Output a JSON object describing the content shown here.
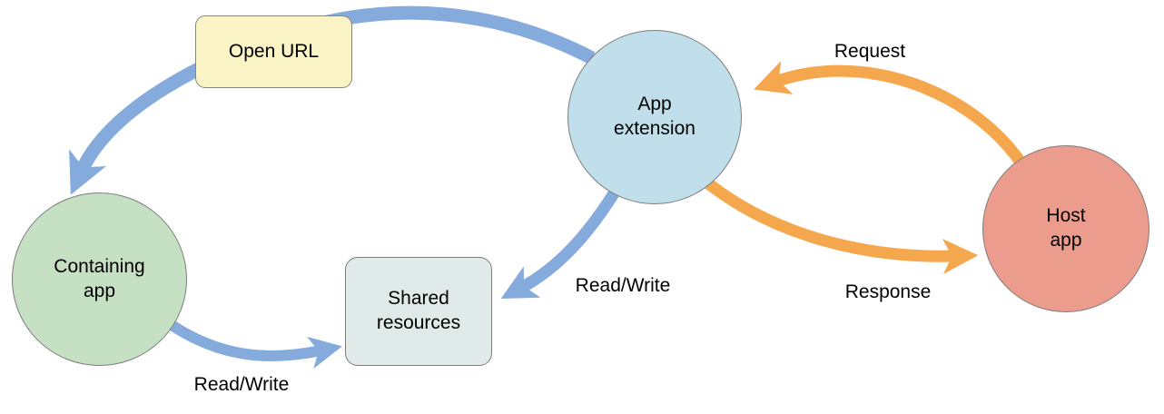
{
  "diagram": {
    "title": "",
    "colors": {
      "blue_arrow": "#85aadc",
      "orange_arrow": "#f5a74d",
      "node_border": "#7c7c7c",
      "open_url_fill": "#faf3c6",
      "app_extension_fill": "#c1dfea",
      "containing_app_fill": "#c6e0c4",
      "host_app_fill": "#ec9c8c",
      "shared_resources_fill": "#dfeae9",
      "text": "#000000"
    },
    "nodes": [
      {
        "id": "open-url",
        "label": "Open URL",
        "shape": "rounded-box",
        "fill": "#faf3c6"
      },
      {
        "id": "app-extension",
        "label": "App extension",
        "shape": "circle",
        "fill": "#c1dfea"
      },
      {
        "id": "containing-app",
        "label": "Containing app",
        "shape": "circle",
        "fill": "#c6e0c4"
      },
      {
        "id": "host-app",
        "label": "Host app",
        "shape": "circle",
        "fill": "#ec9c8c"
      },
      {
        "id": "shared-resources",
        "label": "Shared resources",
        "shape": "rounded-box",
        "fill": "#dfeae9"
      }
    ],
    "edges": [
      {
        "from": "app-extension",
        "to": "containing-app",
        "label": "",
        "label_node": "open-url",
        "color": "#85aadc"
      },
      {
        "from": "host-app",
        "to": "app-extension",
        "label": "Request",
        "color": "#f5a74d"
      },
      {
        "from": "app-extension",
        "to": "host-app",
        "label": "Response",
        "color": "#f5a74d"
      },
      {
        "from": "app-extension",
        "to": "shared-resources",
        "label": "Read/Write",
        "color": "#85aadc"
      },
      {
        "from": "containing-app",
        "to": "shared-resources",
        "label": "Read/Write",
        "color": "#85aadc"
      }
    ]
  }
}
